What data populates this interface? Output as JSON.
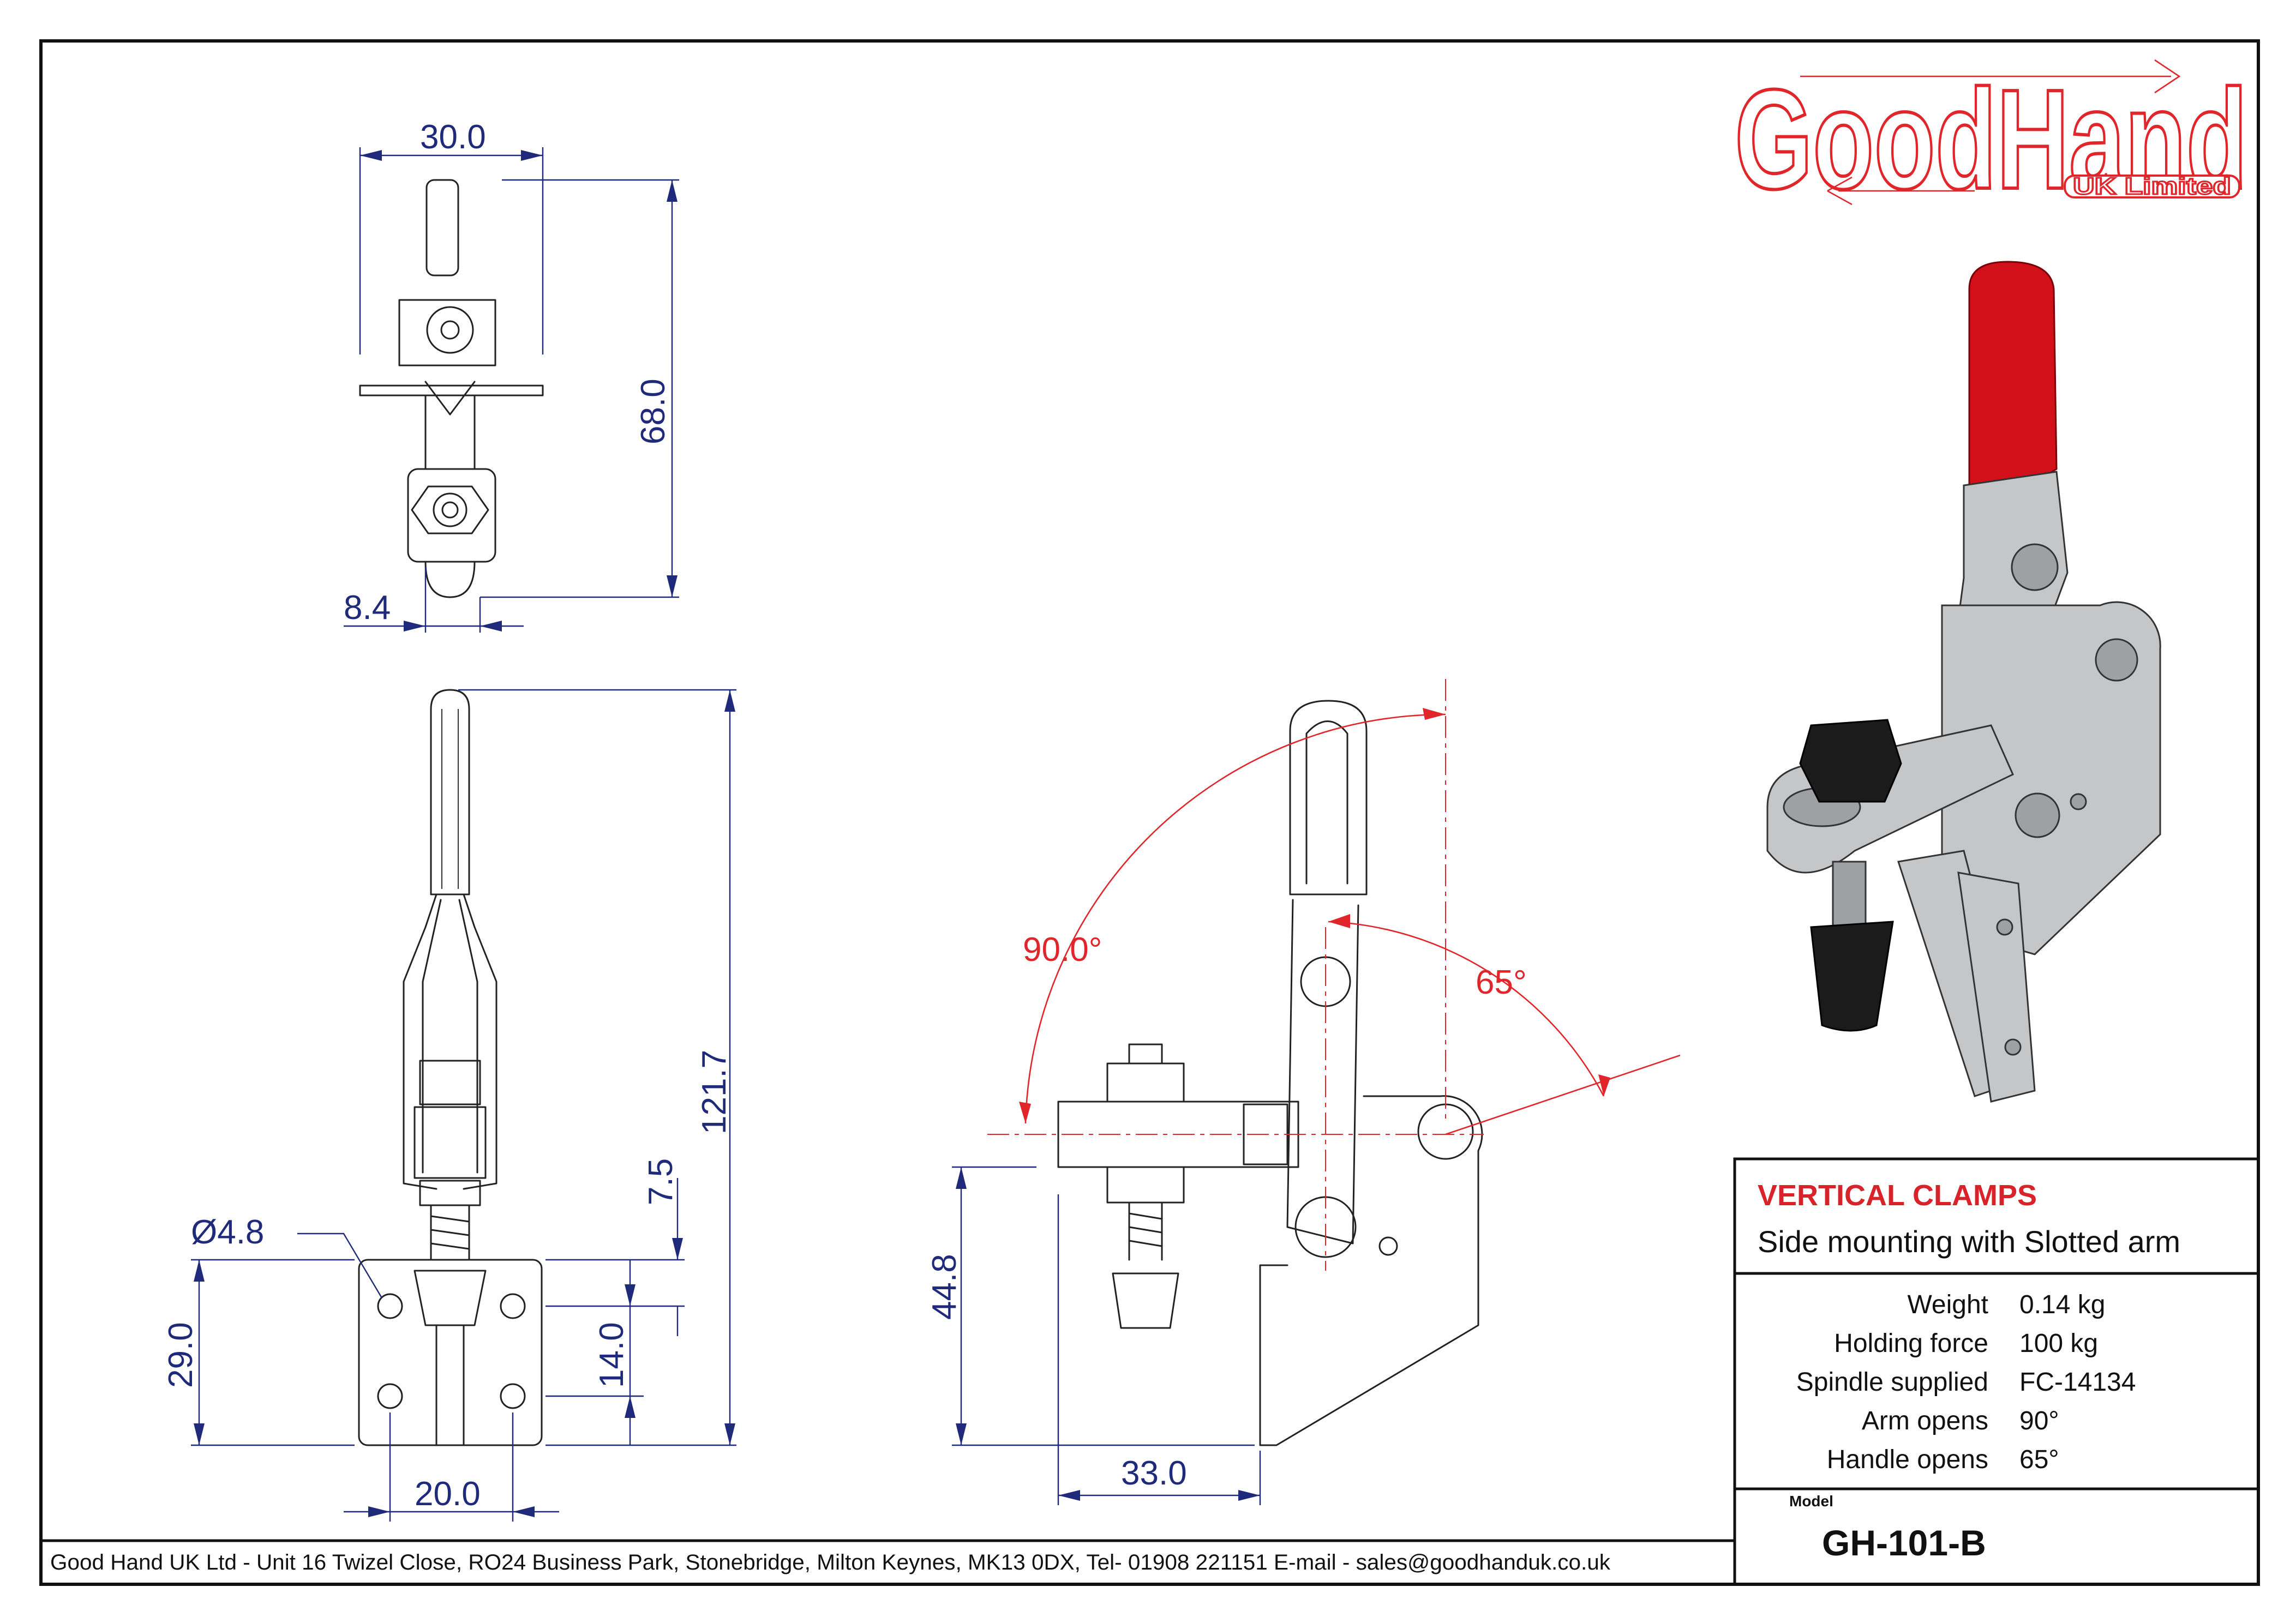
{
  "logo": {
    "brand": "GoodHand",
    "subtitle": "UK Limited"
  },
  "dimensions": {
    "top_view": {
      "width": "30.0",
      "height": "68.0",
      "offset": "8.4"
    },
    "front_view": {
      "overall_height": "121.7",
      "step": "7.5",
      "hole_diameter": "Ø4.8",
      "base_height": "29.0",
      "hole_spacing_v": "14.0",
      "hole_spacing_h": "20.0"
    },
    "side_view": {
      "arm_angle": "90.0°",
      "handle_angle": "65°",
      "spindle_height": "44.8",
      "spindle_reach": "33.0"
    }
  },
  "product": {
    "category": "VERTICAL CLAMPS",
    "description": "Side mounting with Slotted arm",
    "specs": [
      {
        "label": "Weight",
        "value": "0.14 kg"
      },
      {
        "label": "Holding force",
        "value": "100 kg"
      },
      {
        "label": "Spindle supplied",
        "value": "FC-14134"
      },
      {
        "label": "Arm opens",
        "value": "90°"
      },
      {
        "label": "Handle opens",
        "value": "65°"
      }
    ],
    "model_label": "Model",
    "model": "GH-101-B"
  },
  "footer": {
    "address": "Good Hand UK Ltd  - Unit 16 Twizel Close, RO24 Business Park, Stonebridge, Milton Keynes, MK13 0DX,  Tel- 01908 221151  E-mail - sales@goodhanduk.co.uk"
  },
  "colors": {
    "accent": "#e0262b",
    "dimension": "#1f2a7a",
    "line": "#222222"
  }
}
